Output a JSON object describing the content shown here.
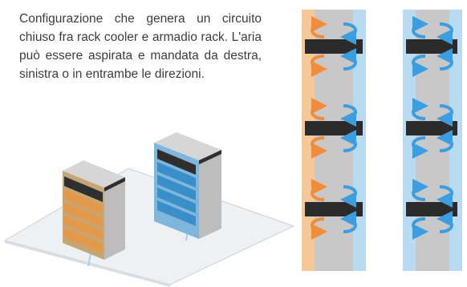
{
  "description": "Configurazione che genera un circuito chiuso fra rack cooler e armadio rack. L'aria può essere aspirata e mandata da destra, sinistra o in entrambe le direzioni.",
  "colors": {
    "warm_air": "#f08c3c",
    "cold_air": "#3a9ee0",
    "rack_orange": "#e29a4a",
    "cooler_blue": "#3b8fc9",
    "server_dark": "#2e2e2e",
    "floor": "#eef1f4"
  },
  "illustration": {
    "name": "rack-and-cooler-isometric",
    "diagrams": [
      {
        "name": "airflow-both-directions"
      },
      {
        "name": "airflow-single-direction"
      }
    ]
  }
}
